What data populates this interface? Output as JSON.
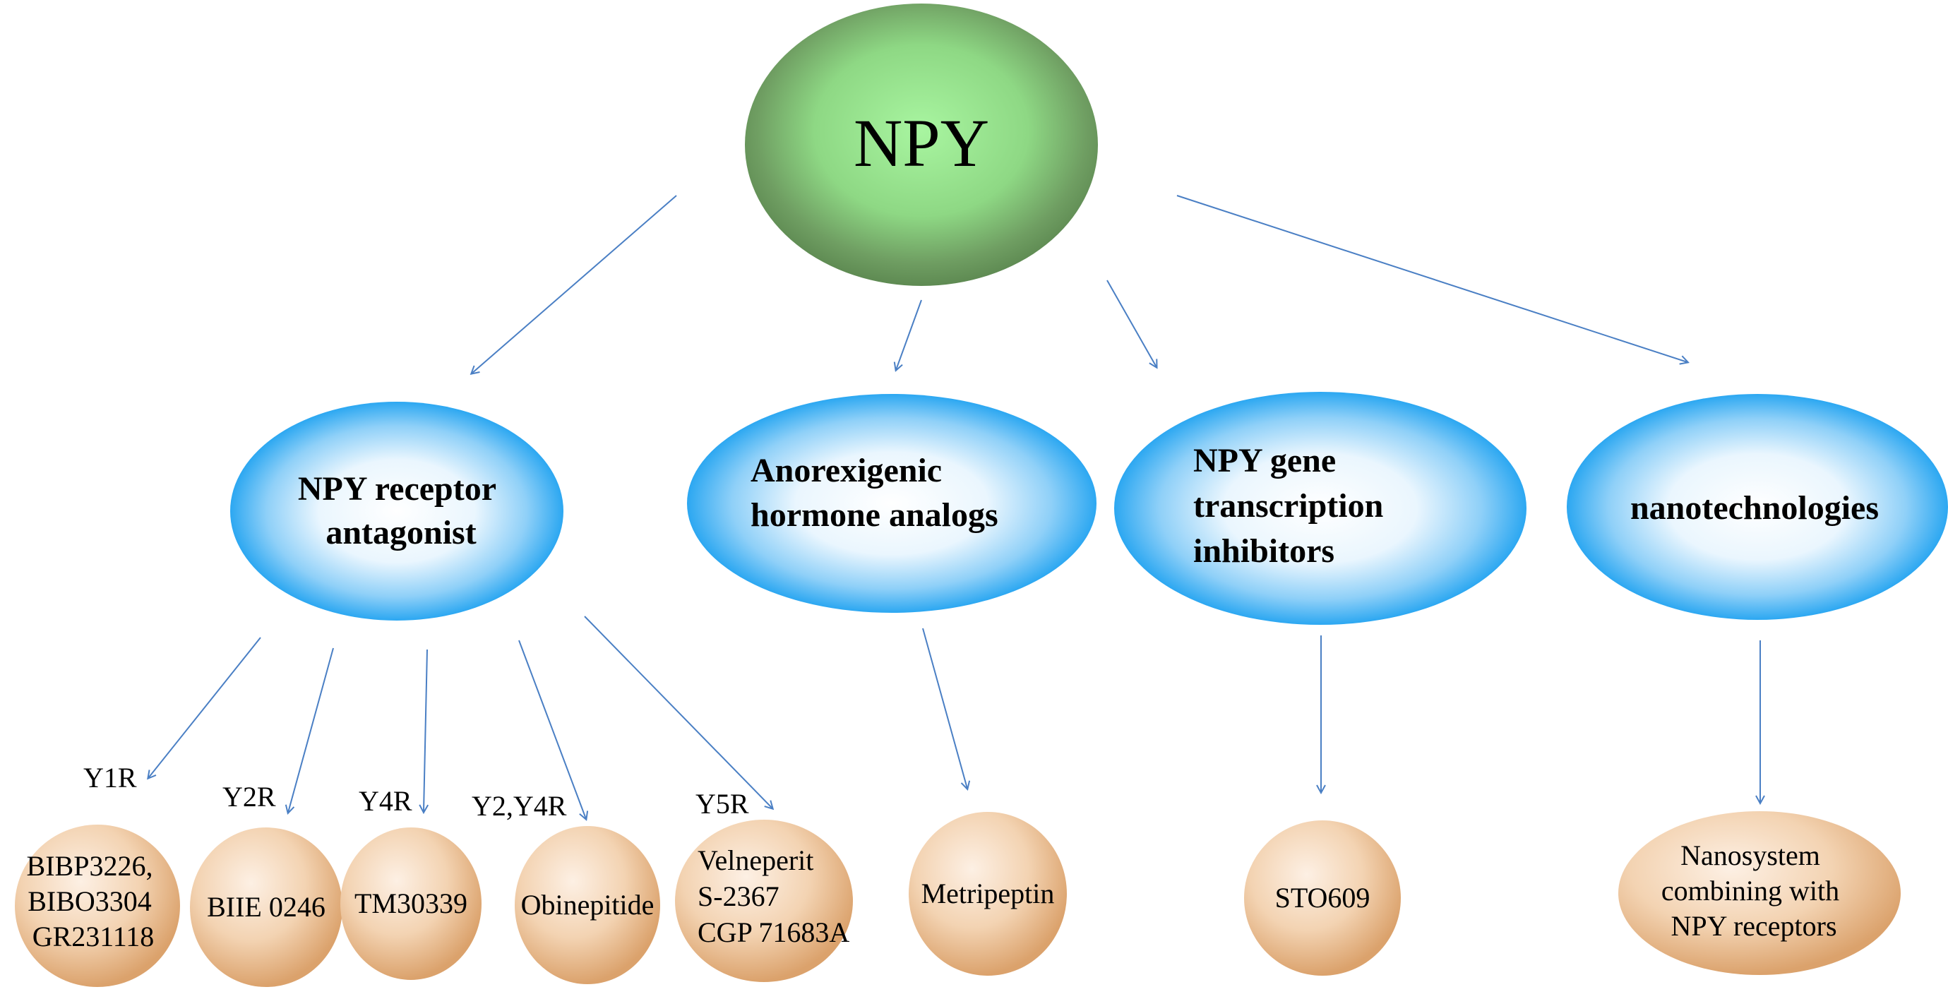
{
  "root": {
    "label": "NPY"
  },
  "categories": [
    {
      "id": "antagonist",
      "lines": [
        "NPY receptor",
        "antagonist"
      ]
    },
    {
      "id": "anorexigenic",
      "lines": [
        "Anorexigenic",
        "hormone analogs"
      ]
    },
    {
      "id": "transcription",
      "lines": [
        "NPY gene",
        "transcription",
        "inhibitors"
      ]
    },
    {
      "id": "nano",
      "lines": [
        "nanotechnologies"
      ]
    }
  ],
  "receptor_labels": [
    "Y1R",
    "Y2R",
    "Y4R",
    "Y2,Y4R",
    "Y5R"
  ],
  "compounds": [
    {
      "id": "y1r",
      "lines": [
        "BIBP3226,",
        "BIBO3304",
        "GR231118"
      ]
    },
    {
      "id": "y2r",
      "lines": [
        "BIIE 0246"
      ]
    },
    {
      "id": "y4r",
      "lines": [
        "TM30339"
      ]
    },
    {
      "id": "y2y4r",
      "lines": [
        "Obinepitide"
      ]
    },
    {
      "id": "y5r",
      "lines": [
        "Velneperit",
        "S-2367",
        "CGP 71683A"
      ]
    },
    {
      "id": "metripeptin",
      "lines": [
        "Metripeptin"
      ]
    },
    {
      "id": "sto609",
      "lines": [
        "STO609"
      ]
    },
    {
      "id": "nanosystem",
      "lines": [
        "Nanosystem",
        "combining with",
        "NPY receptors"
      ]
    }
  ],
  "colors": {
    "root_center": "#a8f5a0",
    "root_edge": "#5e8a52",
    "category_center": "#ffffff",
    "category_edge": "#1aa0f0",
    "compound_center": "#fdf0e4",
    "compound_edge": "#dba26c",
    "arrow": "#4a7fc4",
    "text": "#000000"
  }
}
